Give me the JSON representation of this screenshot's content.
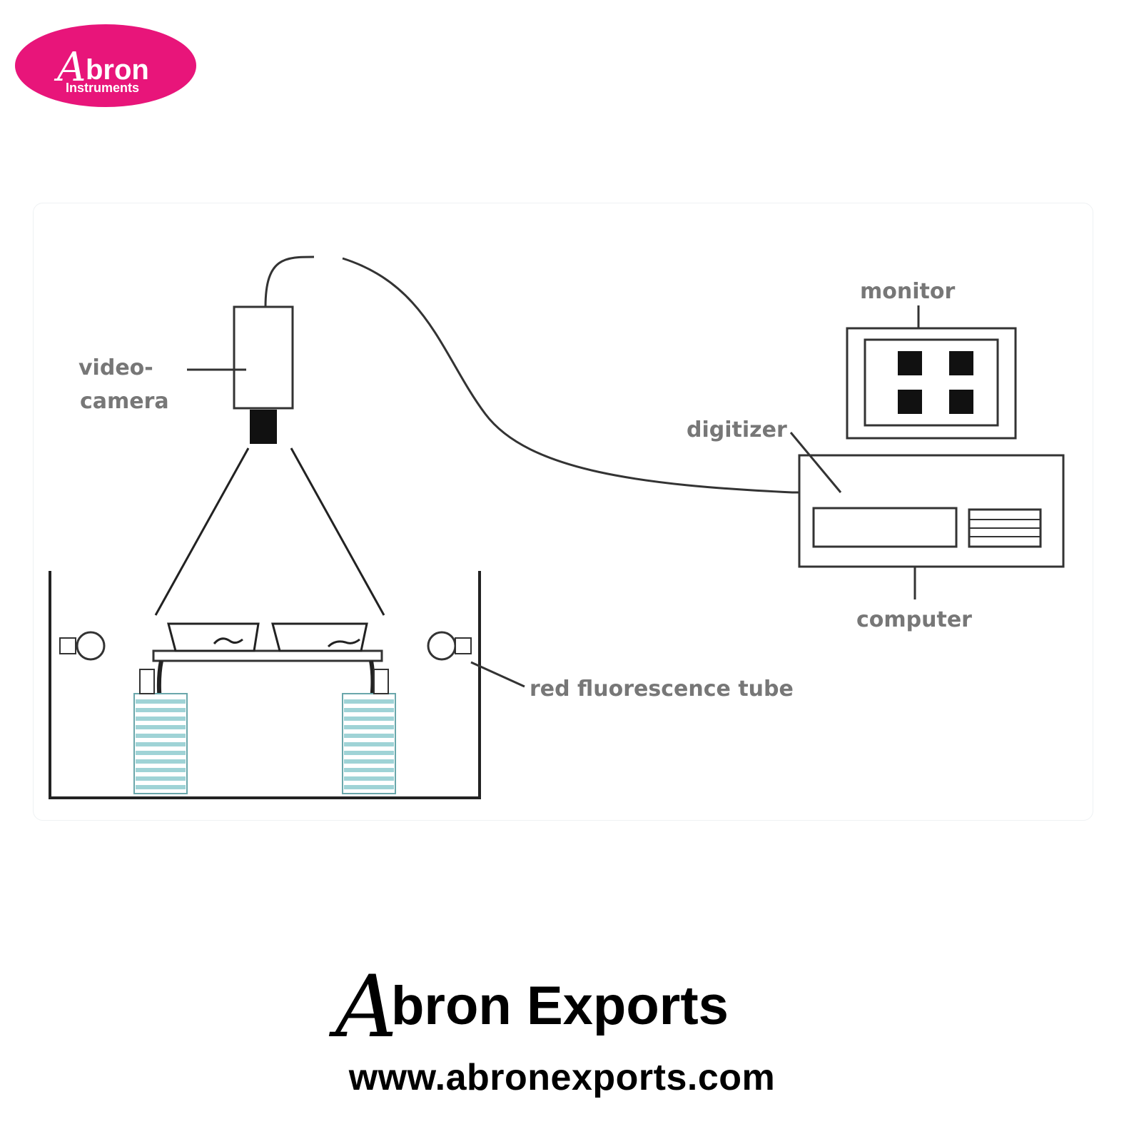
{
  "logo": {
    "brand": "Abron",
    "subtitle": "Instruments",
    "color": "#e8157a"
  },
  "diagram": {
    "labels": {
      "video_camera_line1": "video-",
      "video_camera_line2": "camera",
      "monitor": "monitor",
      "digitizer": "digitizer",
      "computer": "computer",
      "tube": "red fluorescence tube"
    },
    "water_color": "#9fd3d6"
  },
  "footer": {
    "brand": "Abron Exports",
    "url": "www.abronexports.com"
  }
}
